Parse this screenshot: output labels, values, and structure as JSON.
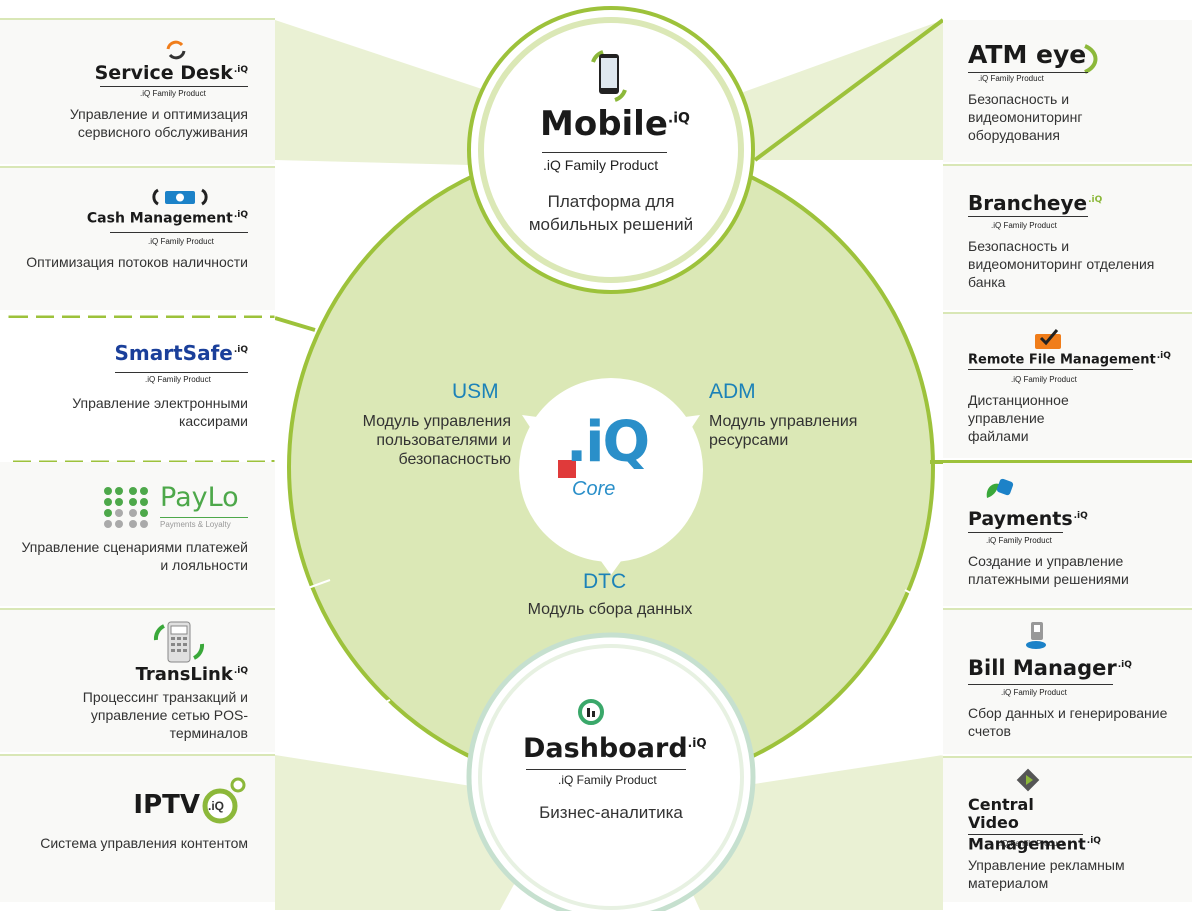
{
  "center": {
    "mobile": {
      "brand": "Mobile",
      "sup": ".iQ",
      "family": ".iQ Family Product",
      "desc": "Платформа для мобильных решений"
    },
    "dashboard": {
      "brand": "Dashboard",
      "sup": ".iQ",
      "family": ".iQ Family Product",
      "desc": "Бизнес-аналитика"
    },
    "core": {
      "logo": ".iQ",
      "sub": "Core"
    },
    "usm": {
      "title": "USM",
      "desc": "Модуль управления пользователями и безопасностью"
    },
    "adm": {
      "title": "ADM",
      "desc": "Модуль управления ресурсами"
    },
    "dtc": {
      "title": "DTC",
      "desc": "Модуль сбора данных"
    }
  },
  "left_products": [
    {
      "brand": "Service Desk",
      "sup": ".iQ",
      "family": ".iQ Family Product",
      "desc": "Управление и оптимизация сервисного обслуживания",
      "icon": "refresh-arrows-icon"
    },
    {
      "brand": "Cash Management",
      "sup": ".iQ",
      "family": ".iQ Family Product",
      "desc": "Оптимизация потоков наличности",
      "icon": "banknote-exchange-icon"
    },
    {
      "brand": "SmartSafe",
      "sup": ".iQ",
      "family": ".iQ Family Product",
      "desc": "Управление электронными кассирами",
      "icon": "none"
    },
    {
      "brand": "PayLo",
      "sub": "Payments & Loyalty",
      "desc": "Управление сценариями платежей и лояльности",
      "icon": "dots-grid-icon"
    },
    {
      "brand": "TransLink",
      "sup": ".iQ",
      "desc": "Процессинг транзакций и управление сетью POS-терминалов",
      "icon": "pos-terminal-icon"
    },
    {
      "brand": "IPTV",
      "badge": ".iQ",
      "desc": "Система управления контентом",
      "icon": "iq-bubble-icon"
    }
  ],
  "right_products": [
    {
      "brand": "ATM eye",
      "family": ".iQ Family Product",
      "desc": "Безопасность и видеомониторинг оборудования",
      "icon": "eye-icon"
    },
    {
      "brand": "Brancheye",
      "sup": ".iQ",
      "family": ".iQ Family Product",
      "desc": "Безопасность и видеомониторинг отделения банка",
      "icon": "eye-icon"
    },
    {
      "brand": "Remote File Management",
      "sup": ".iQ",
      "family": ".iQ Family Product",
      "desc": "Дистанционное управление файлами",
      "icon": "folder-check-icon"
    },
    {
      "brand": "Payments",
      "sup": ".iQ",
      "family": ".iQ Family Product",
      "desc": "Создание и управление платежными решениями",
      "icon": "payments-leaf-icon"
    },
    {
      "brand": "Bill Manager",
      "sup": ".iQ",
      "family": ".iQ Family Product",
      "desc": "Сбор данных и генерирование счетов",
      "icon": "bill-device-icon"
    },
    {
      "brand": "Central Video Management",
      "sup": ".iQ",
      "family": ".iQ Family Product",
      "desc": "Управление рекламным материалом",
      "icon": "play-diamond-icon"
    }
  ],
  "colors": {
    "green_fill": "#dbe8b6",
    "green_line": "#9dc23b",
    "blue": "#1c82b8",
    "red": "#e03a3a",
    "box_bg": "#f9f9f7"
  }
}
